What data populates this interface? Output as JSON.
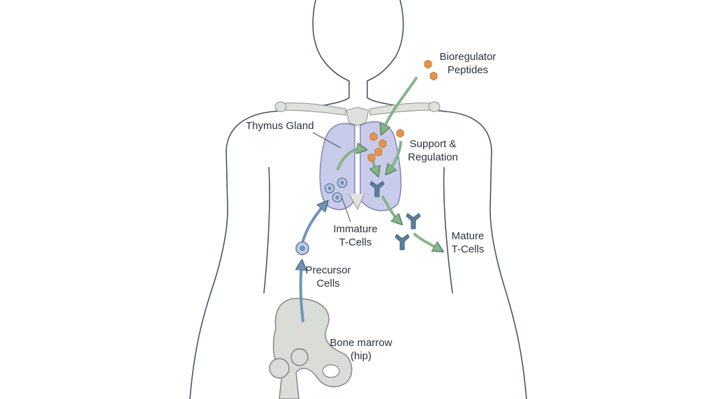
{
  "labels": {
    "bioregulator_line1": "Bioregulator",
    "bioregulator_line2": "Peptides",
    "thymus_gland": "Thymus Gland",
    "support_line1": "Support &",
    "support_line2": "Regulation",
    "immature_line1": "Immature",
    "immature_line2": "T-Cells",
    "mature_line1": "Mature",
    "mature_line2": "T-Cells",
    "precursor_line1": "Precursor",
    "precursor_line2": "Cells",
    "bone_marrow_line1": "Bone marrow",
    "bone_marrow_line2": "(hip)"
  },
  "colors": {
    "outline": "#4a5560",
    "thymus_fill": "#c9cbeb",
    "thymus_stroke": "#7a7fae",
    "bone_fill": "#dadcd8",
    "bone_stroke": "#7b827f",
    "peptide": "#e4944a",
    "green_arrow": "#86b48a",
    "blue_arrow": "#6f95b8",
    "tcell": "#5d7f98"
  }
}
